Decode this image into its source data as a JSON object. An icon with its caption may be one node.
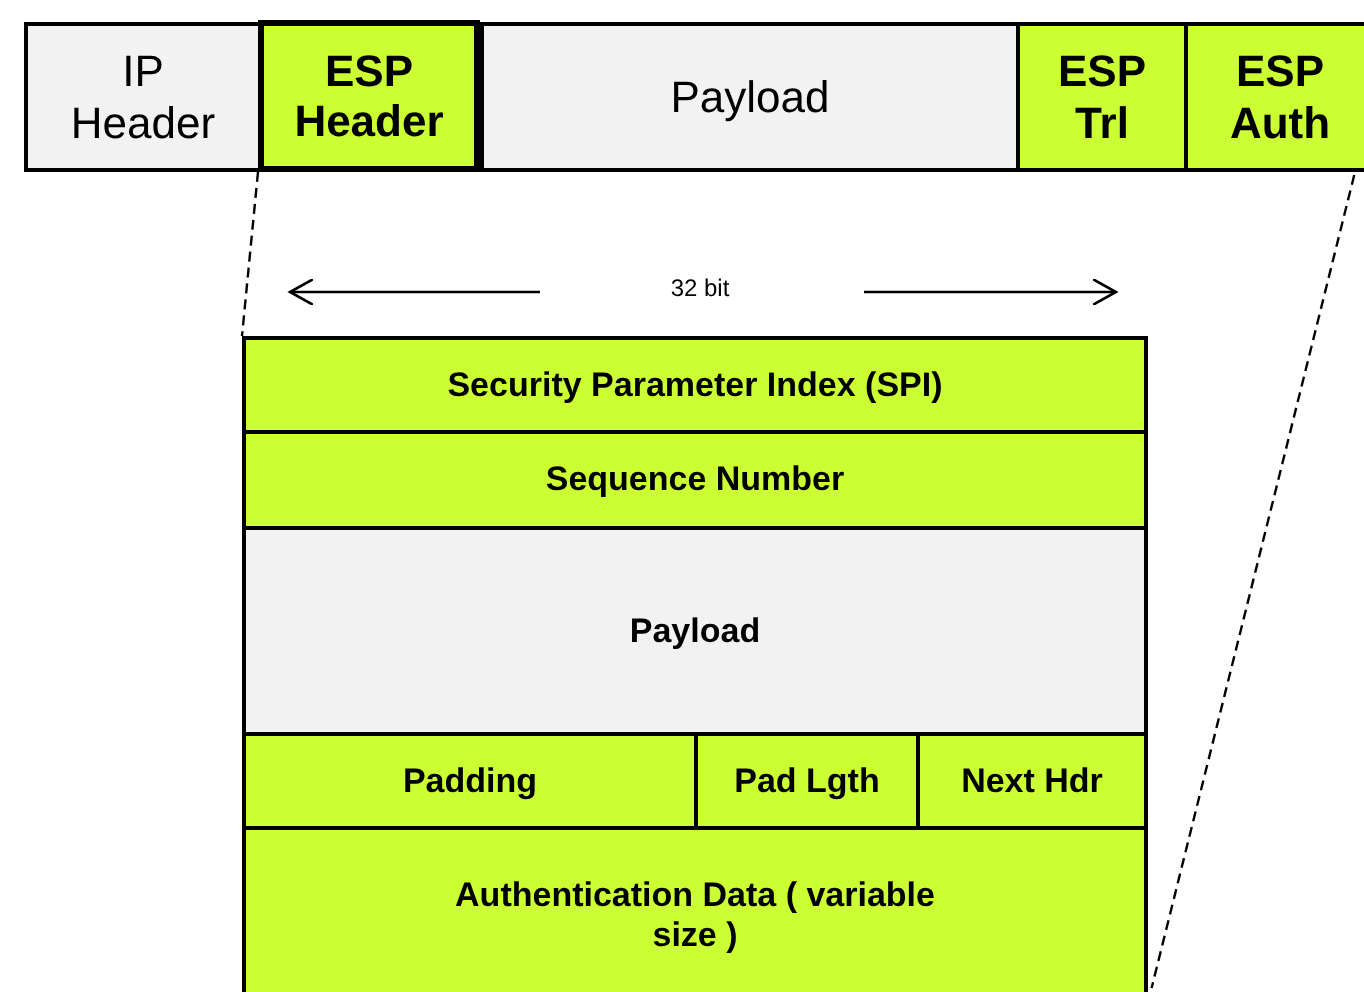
{
  "diagram": {
    "nodes": [
      {
        "text": [
          "IP Header"
        ]
      },
      {
        "text": [
          "ESP Header"
        ]
      },
      {
        "text": [
          "Payload"
        ]
      },
      {
        "text": [
          "ESP Trl"
        ]
      },
      {
        "text": [
          "ESP Auth"
        ]
      },
      {
        "text": [
          "Security Parameter Index (SPI)"
        ]
      },
      {
        "text": [
          "Sequence Number"
        ]
      },
      {
        "text": [
          "Payload"
        ]
      },
      {
        "text": [
          "Padding"
        ]
      },
      {
        "text": [
          "Pad Lgth"
        ]
      },
      {
        "text": [
          "Next Hdr"
        ]
      },
      {
        "text": [
          "Authentication Data ( variable size )"
        ]
      }
    ],
    "edges": [
      {
        "from": 1,
        "to": 5,
        "arrow": "none",
        "style": "dashed"
      },
      {
        "from": 4,
        "to": 11,
        "arrow": "none",
        "style": "dashed"
      }
    ],
    "labels": [
      "32 bit"
    ]
  }
}
